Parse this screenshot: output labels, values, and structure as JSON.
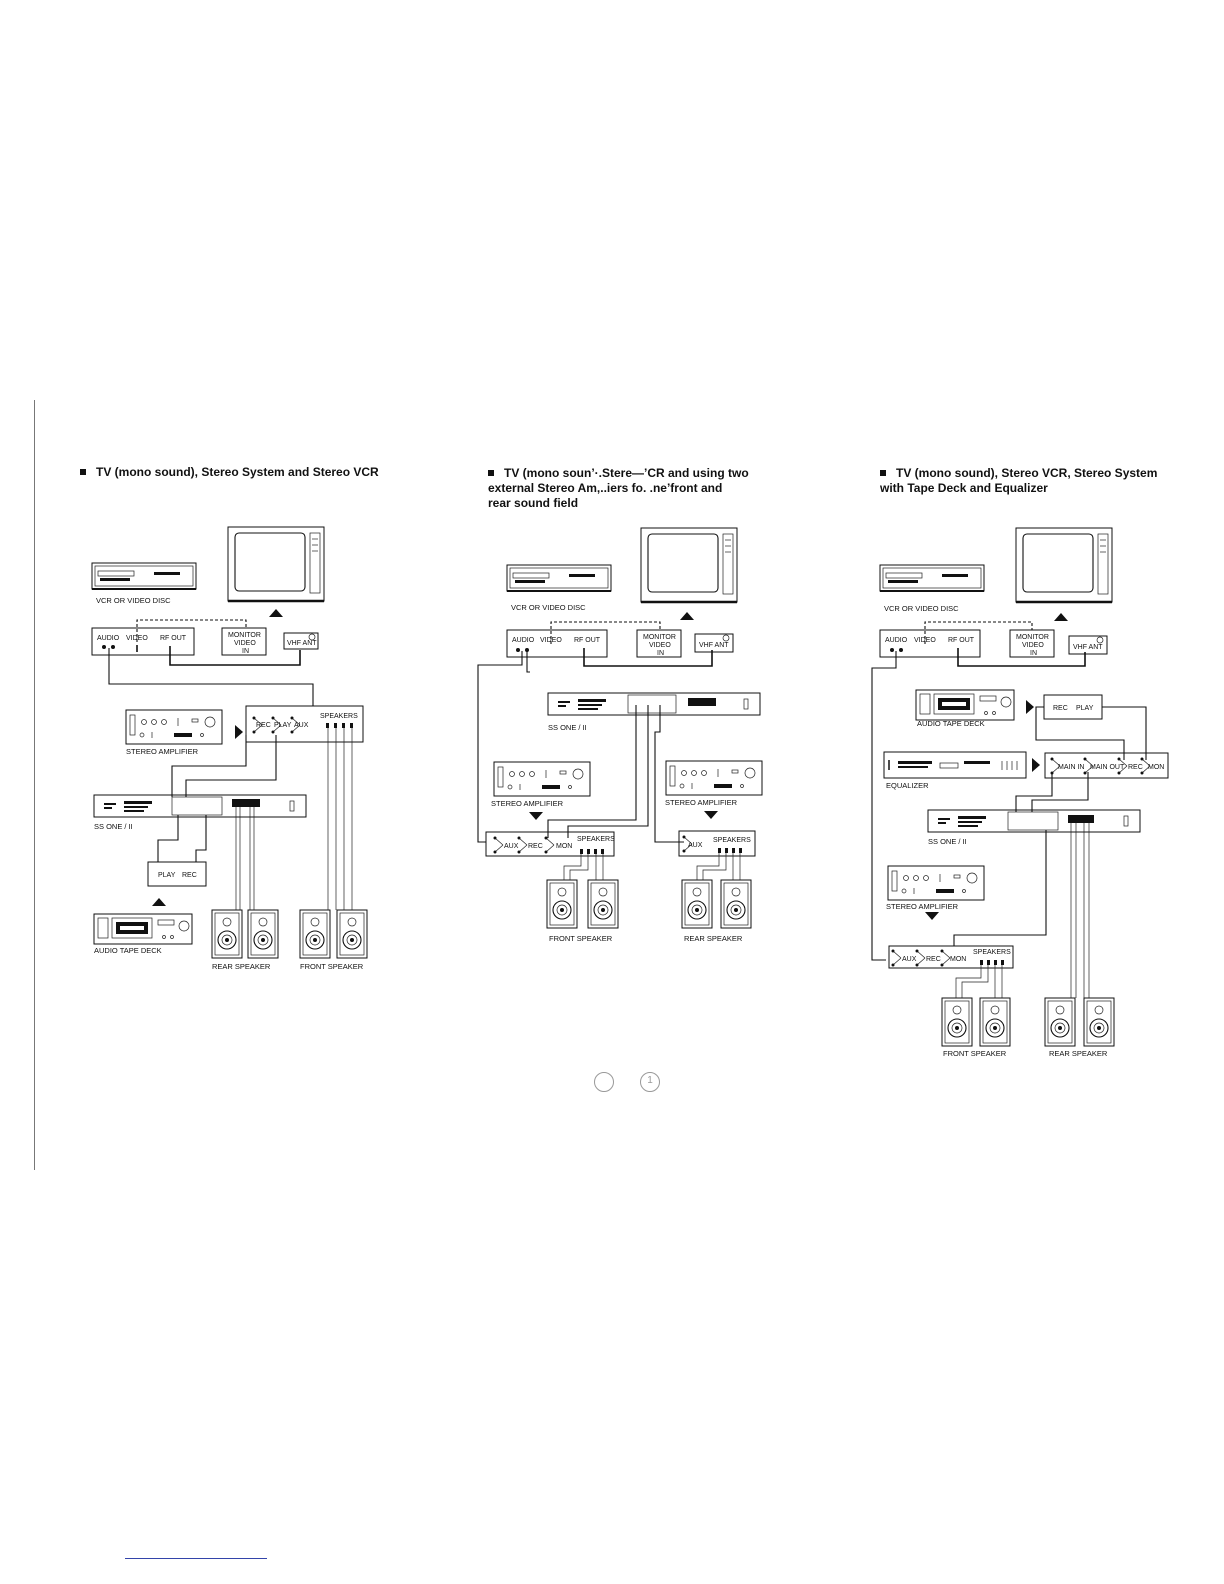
{
  "headings": [
    {
      "lines": [
        "TV (mono sound), Stereo System and Stereo VCR"
      ]
    },
    {
      "lines": [
        "TV (mono soun’·.Stere—’CR and using two",
        "external Stereo Am,..iers fo. .ne’front and",
        "rear sound field"
      ]
    },
    {
      "lines": [
        "TV (mono sound), Stereo VCR, Stereo System",
        "with Tape Deck and Equalizer"
      ]
    }
  ],
  "labels": {
    "vcr": "VCR OR VIDEO DISC",
    "audio": "AUDIO",
    "video": "VIDEO",
    "rf_out": "RF OUT",
    "monitor": "MONITOR",
    "monitor_video": "VIDEO",
    "monitor_in": "IN",
    "vhf_ant": "VHF ANT",
    "stereo_amplifier": "STEREO AMPLIFIER",
    "ss_one": "SS ONE / II",
    "speakers": "SPEAKERS",
    "rec": "REC",
    "play": "PLAY",
    "aux": "AUX",
    "mon": "MON",
    "main_in": "MAIN IN",
    "main_out": "MAIN OUT",
    "audio_tape_deck": "AUDIO TAPE DECK",
    "rear_speaker": "REAR SPEAKER",
    "front_speaker": "FRONT SPEAKER",
    "equalizer": "EQUALIZER"
  },
  "page_numbers": [
    "",
    "1"
  ]
}
